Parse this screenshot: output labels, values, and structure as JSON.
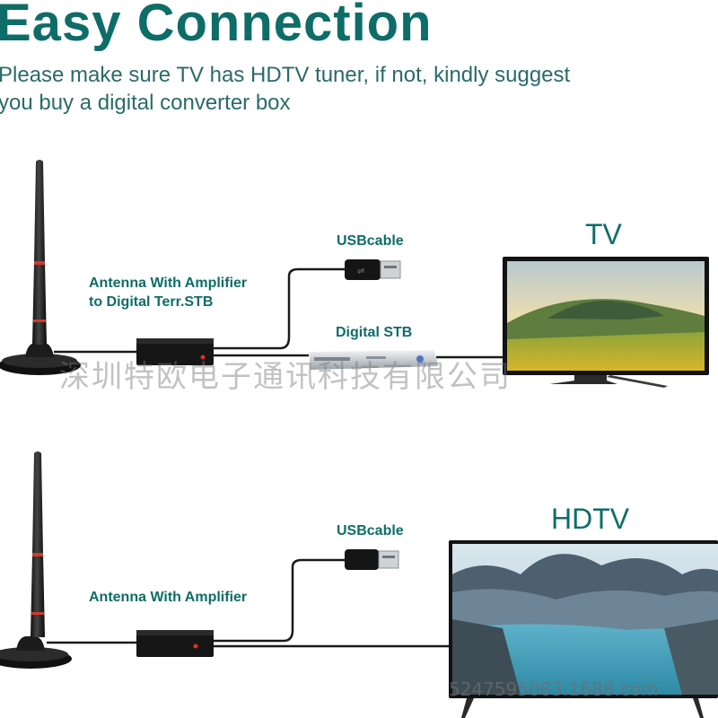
{
  "header": {
    "title": "Easy Connection",
    "subtitle_line1": "Please make sure TV has HDTV tuner, if not, kindly suggest",
    "subtitle_line2": "you buy a digital converter box"
  },
  "diagram_top": {
    "antenna_label_line1": "Antenna With Amplifier",
    "antenna_label_line2": "to Digital Terr.STB",
    "usb_label": "USBcable",
    "stb_label": "Digital STB",
    "tv_label": "TV"
  },
  "diagram_bottom": {
    "antenna_label": "Antenna With Amplifier",
    "usb_label": "USBcable",
    "tv_label": "HDTV"
  },
  "watermarks": {
    "company": "深圳特欧电子通讯科技有限公司",
    "shop_id": "5247595083.1688.com"
  },
  "colors": {
    "accent": "#0e6d68",
    "cable": "#1a1a1a",
    "led": "#e0301e"
  }
}
